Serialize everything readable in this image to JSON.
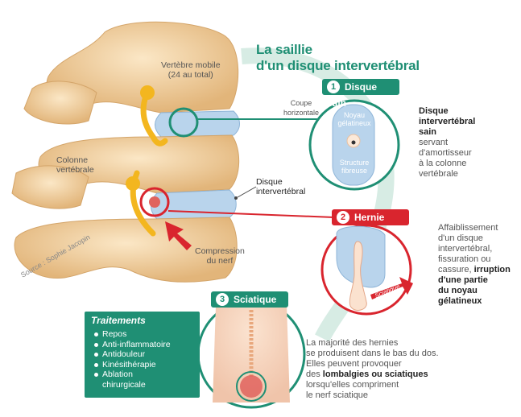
{
  "title": {
    "line1": "La saillie",
    "line2": "d'un disque intervertébral"
  },
  "labels": {
    "vertebre": [
      "Vertèbre mobile",
      "(24 au total)"
    ],
    "colonne": [
      "Colonne",
      "vertébrale"
    ],
    "disque": [
      "Disque",
      "intervertébral"
    ],
    "compression": [
      "Compression",
      "du nerf"
    ],
    "source": "Source : Sophie Jacopin",
    "coupe": [
      "Coupe",
      "horizontale"
    ],
    "noyau": [
      "Noyau",
      "gélatineux"
    ],
    "structure": [
      "Structure",
      "fibreuse"
    ],
    "sciatique_arrow": "Sciatique"
  },
  "tags": {
    "t1": {
      "num": "1",
      "label": "Disque sain"
    },
    "t2": {
      "num": "2",
      "label": "Hernie"
    },
    "t3": {
      "num": "3",
      "label": "Sciatique"
    }
  },
  "desc1": {
    "bold": [
      "Disque",
      "intervertébral",
      "sain"
    ],
    "text": [
      "servant",
      "d'amortisseur",
      "à la colonne",
      "vertébrale"
    ]
  },
  "desc2": {
    "text": [
      "Affaiblissement",
      "d'un disque",
      "intervertébral,",
      "fissuration ou",
      "cassure,"
    ],
    "bold_inline": "irruption",
    "bold": [
      "d'une partie",
      "du noyau",
      "gélatineux"
    ]
  },
  "desc3": {
    "l1": "La majorité des hernies",
    "l2": "se produisent dans le bas du dos.",
    "l3": "Elles peuvent provoquer",
    "l4a": "des ",
    "l4b": "lombalgies ou sciatiques",
    "l5": "lorsqu'elles compriment",
    "l6": "le nerf sciatique"
  },
  "traitements": {
    "title": "Traitements",
    "items": [
      "Repos",
      "Anti-inflammatoire",
      "Antidouleur",
      "Kinésithérapie",
      "Ablation",
      "chirurgicale"
    ]
  },
  "colors": {
    "green": "#1f8f74",
    "red": "#d9252e",
    "bone": "#f0cf9c",
    "disc": "#b9d4ec",
    "nerve": "#f3b61f"
  }
}
